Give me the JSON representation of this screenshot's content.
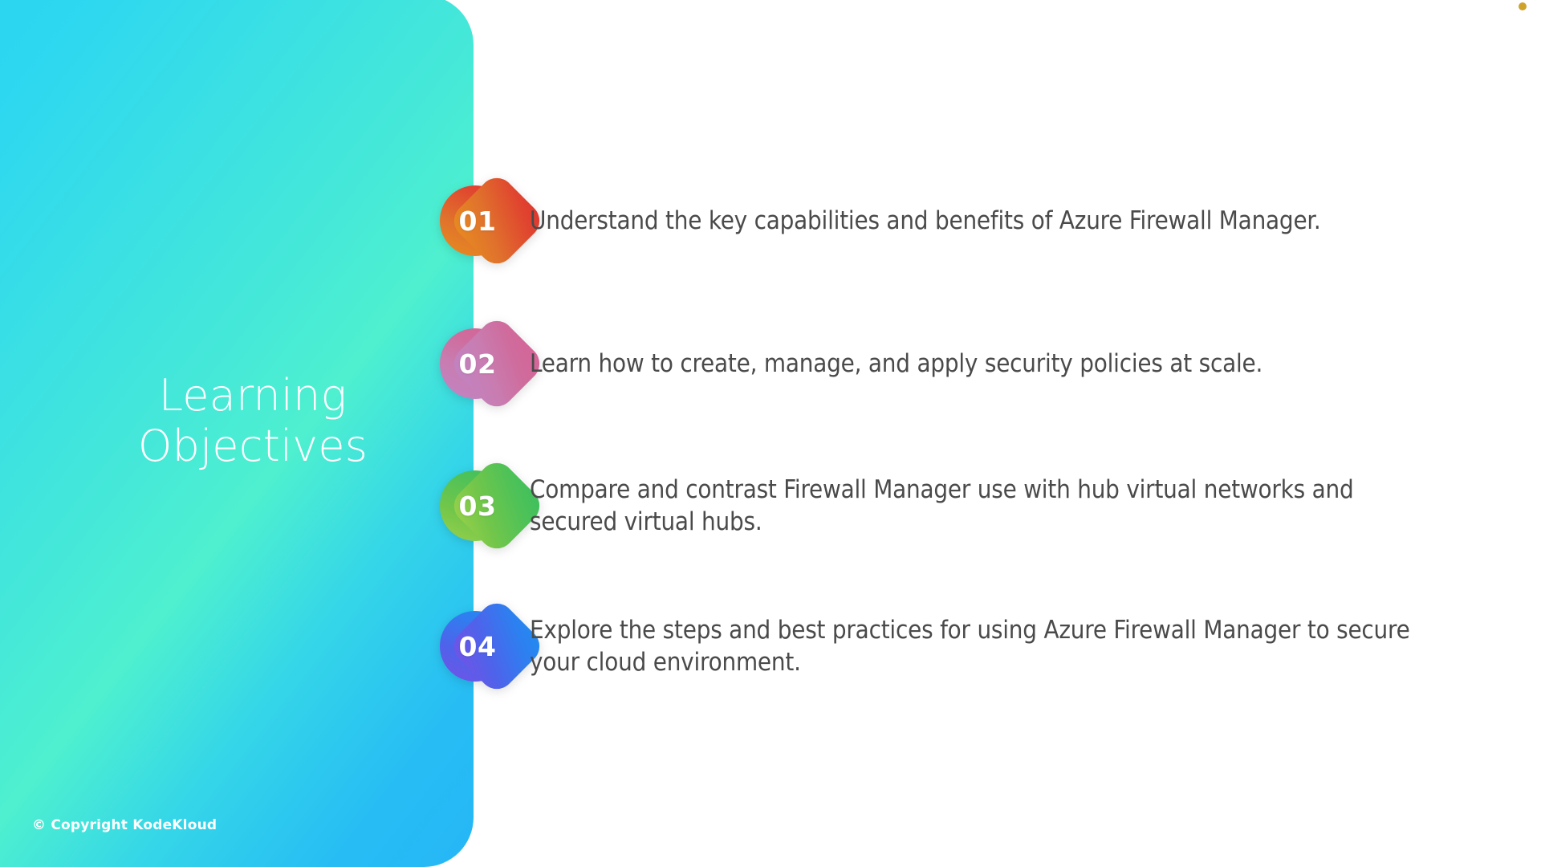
{
  "slide": {
    "background_color": "#ffffff",
    "panel": {
      "title": "Learning\nObjectives",
      "gradient_from": "#2ad4f2",
      "gradient_mid": "#4ef0cf",
      "gradient_to": "#26b7f7",
      "copyright": "© Copyright KodeKloud"
    },
    "corner_marker": {
      "name": "gold-dot",
      "color": "#cfa22a"
    },
    "objectives": [
      {
        "number": "01",
        "color_from": "#e0322f",
        "color_to": "#e88d1f",
        "text": "Understand the key capabilities and benefits of Azure Firewall Manager."
      },
      {
        "number": "02",
        "color_from": "#d66396",
        "color_to": "#c084c4",
        "text": "Learn how to create, manage, and apply security policies at scale."
      },
      {
        "number": "03",
        "color_from": "#3bbf5f",
        "color_to": "#9ad14a",
        "text": "Compare and contrast Firewall Manager use with hub virtual networks and secured virtual hubs."
      },
      {
        "number": "04",
        "color_from": "#1f8ef1",
        "color_to": "#7551e6",
        "text": "Explore the steps and best practices for using Azure Firewall Manager to secure your cloud environment."
      }
    ]
  }
}
